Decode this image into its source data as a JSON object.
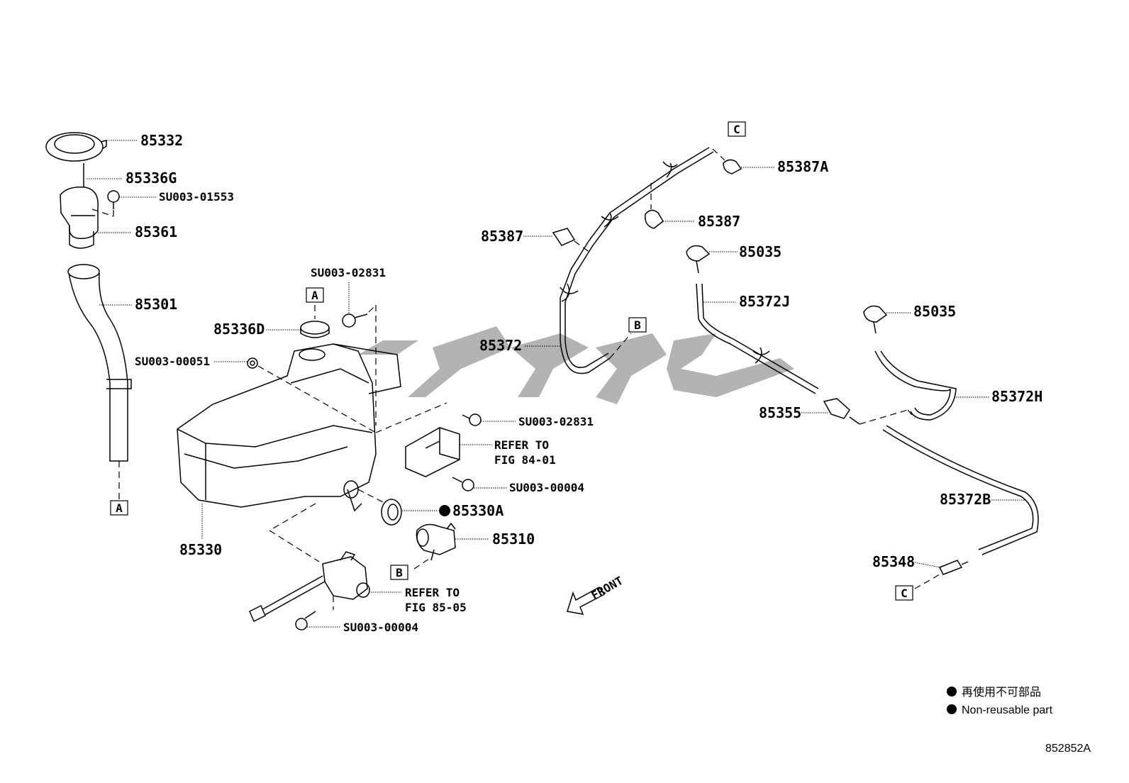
{
  "parts": {
    "p85332": "85332",
    "p85336G": "85336G",
    "su01553": "SU003-01553",
    "p85361": "85361",
    "p85301": "85301",
    "su02831_top": "SU003-02831",
    "p85336D": "85336D",
    "su00051": "SU003-00051",
    "su02831_mid": "SU003-02831",
    "refer84_line1": "REFER TO",
    "refer84_line2": "FIG 84-01",
    "su00004_mid": "SU003-00004",
    "p85330A": "85330A",
    "p85310": "85310",
    "p85330": "85330",
    "refer85_line1": "REFER TO",
    "refer85_line2": "FIG 85-05",
    "su00004_bot": "SU003-00004",
    "p85387A": "85387A",
    "p85387_right": "85387",
    "p85387_left": "85387",
    "p85372": "85372",
    "p85035_a": "85035",
    "p85372J": "85372J",
    "p85355": "85355",
    "p85035_b": "85035",
    "p85372H": "85372H",
    "p85372B": "85372B",
    "p85348": "85348"
  },
  "refs": {
    "a_filler": "A",
    "a_tank": "A",
    "b_hose": "B",
    "b_pump": "B",
    "c_top": "C",
    "c_bottom": "C"
  },
  "front_label": "FRONT",
  "legend": {
    "jp": "再使用不可部品",
    "en": "Non-reusable part"
  },
  "figure_id": "852852A",
  "colors": {
    "line": "#000000",
    "background": "#ffffff",
    "watermark": "#9a9a9a"
  }
}
